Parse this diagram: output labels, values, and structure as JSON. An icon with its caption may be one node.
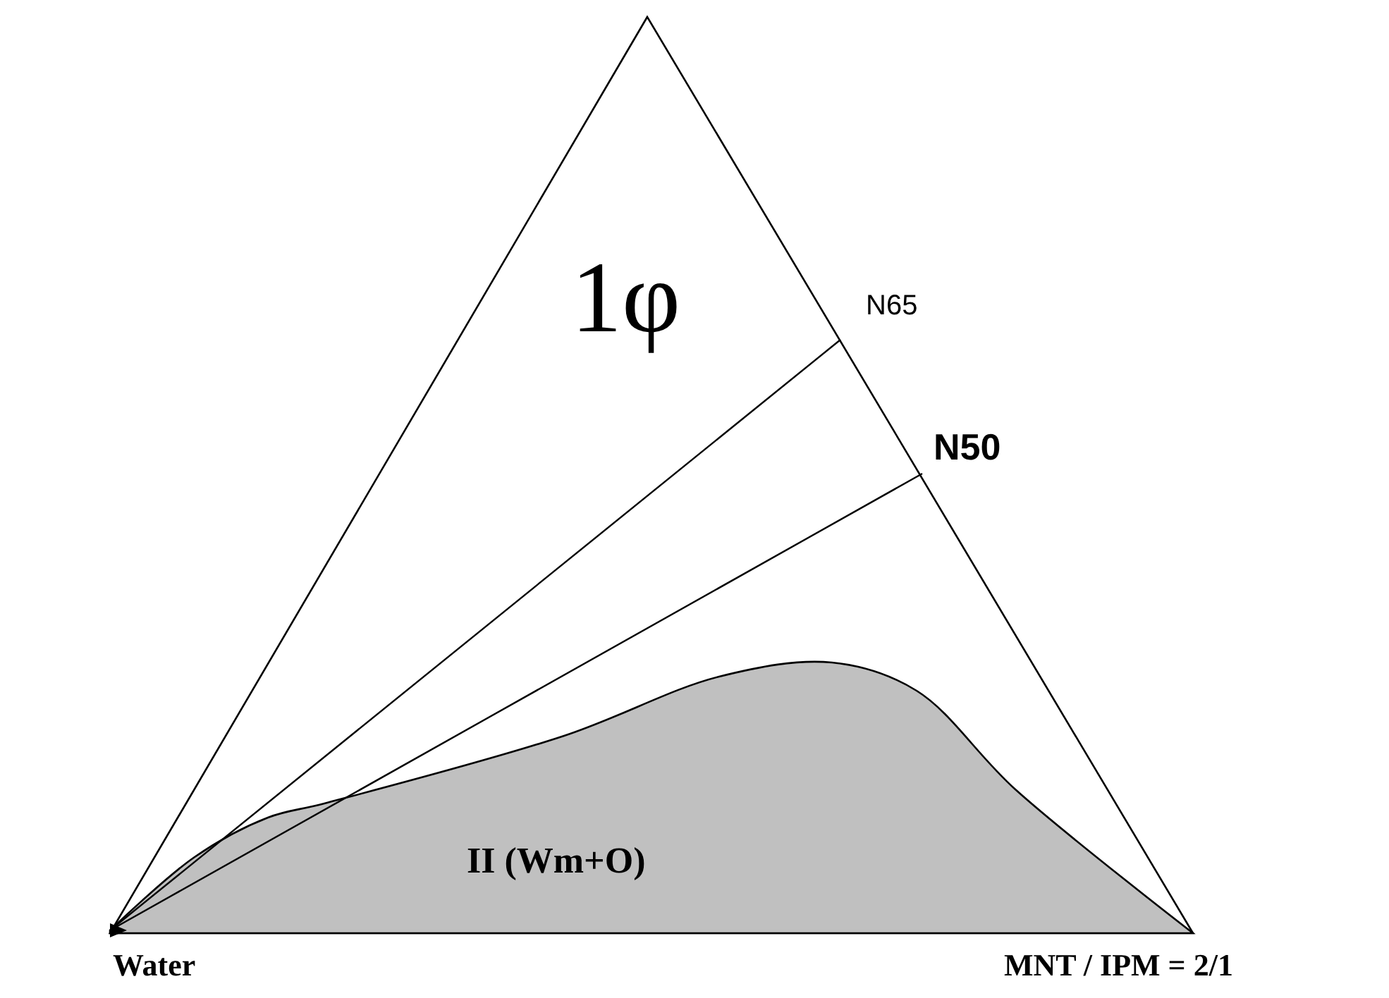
{
  "diagram": {
    "nodes": [
      {
        "text": [
          "1φ"
        ]
      },
      {
        "text": [
          "II (Wm+O)"
        ],
        "in": 0
      }
    ],
    "labels": [
      "N65",
      "N50",
      "Water",
      "MNT / IPM = 2/1"
    ]
  }
}
